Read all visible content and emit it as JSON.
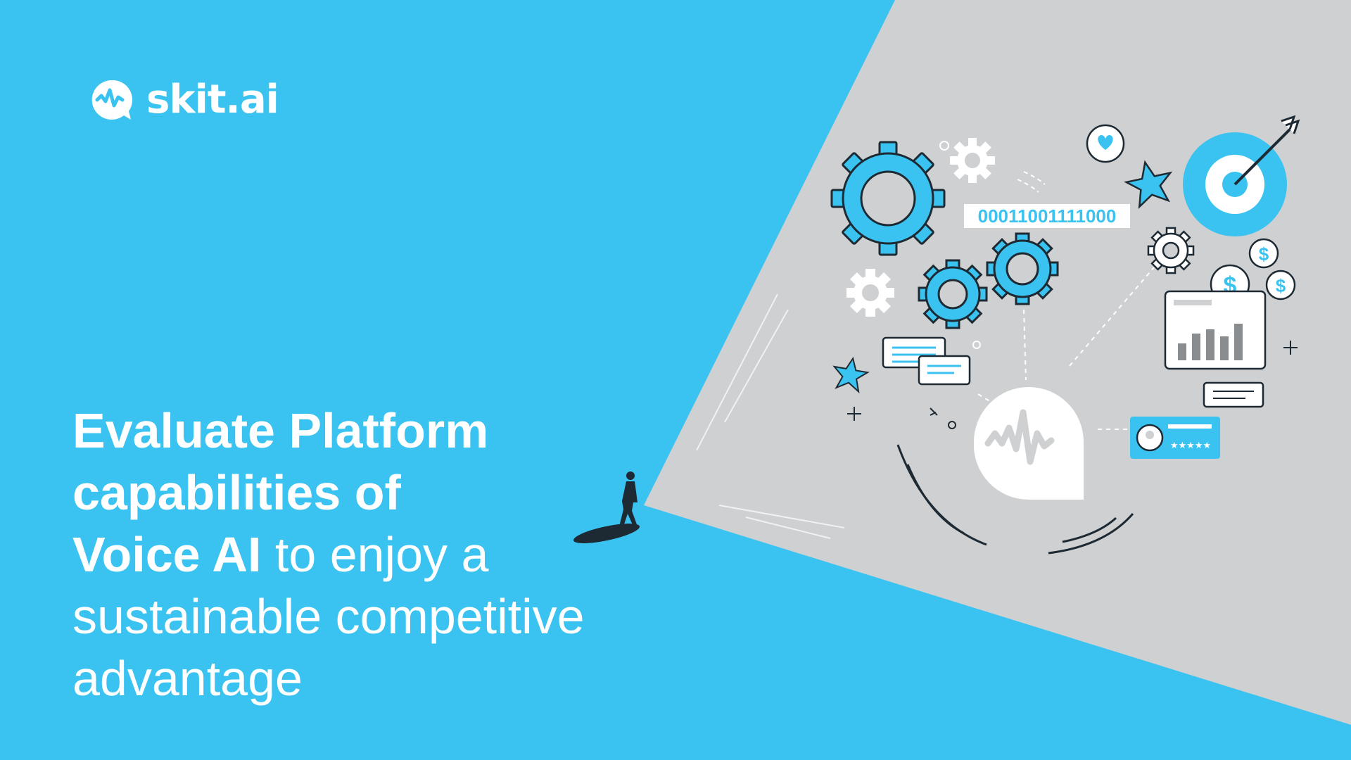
{
  "brand": {
    "name": "skit.ai",
    "colors": {
      "primary": "#3ac3f0",
      "panel": "#cfd0d1",
      "ink": "#1e2a33",
      "white": "#ffffff"
    }
  },
  "headline": {
    "bold_line_1": "Evaluate Platform",
    "bold_line_2": "capabilities of",
    "bold_phrase": "Voice AI",
    "regular_tail": " to enjoy a",
    "regular_line_4": "sustainable competitive",
    "regular_line_5": "advantage"
  },
  "illustration": {
    "binary_text": "00011001111000",
    "rating_stars": "★★★★★",
    "icons": [
      "gear-icon",
      "target-icon",
      "heart-icon",
      "star-icon",
      "dollar-icon",
      "bar-chart-icon",
      "chat-bubble-icon",
      "voice-wave-icon",
      "user-card-icon"
    ]
  }
}
